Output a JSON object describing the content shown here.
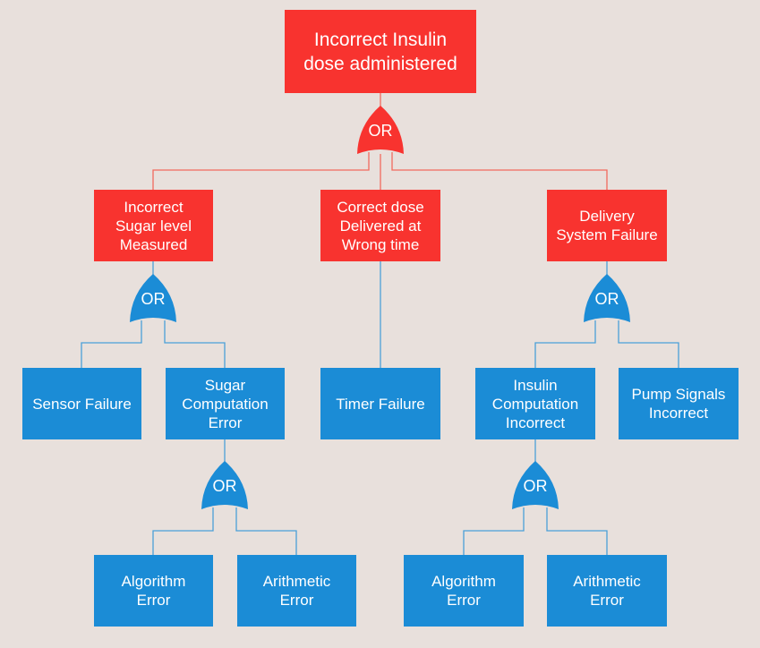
{
  "colors": {
    "background": "#e8e0dc",
    "event_red": "#f8332f",
    "event_blue": "#1b8cd6",
    "connector_red": "#f26a5e",
    "connector_blue": "#4a9fd8"
  },
  "nodes": {
    "top": "Incorrect Insulin\ndose administered",
    "sugar_level": "Incorrect\nSugar level\nMeasured",
    "correct_dose": "Correct dose\nDelivered at\nWrong time",
    "delivery": "Delivery\nSystem Failure",
    "sensor": "Sensor Failure",
    "sugar_comp": "Sugar\nComputation\nError",
    "timer": "Timer Failure",
    "insulin_comp": "Insulin\nComputation\nIncorrect",
    "pump": "Pump Signals\nIncorrect",
    "algorithm_1": "Algorithm\nError",
    "arithmetic_1": "Arithmetic\nError",
    "algorithm_2": "Algorithm\nError",
    "arithmetic_2": "Arithmetic\nError"
  },
  "gates": {
    "top_or": "OR",
    "sugar_or": "OR",
    "delivery_or": "OR",
    "sugar_comp_or": "OR",
    "insulin_comp_or": "OR"
  }
}
